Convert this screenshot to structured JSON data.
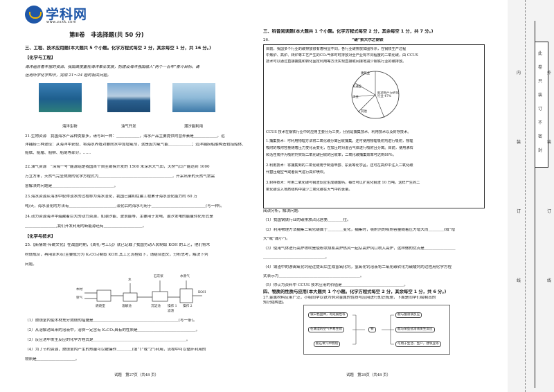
{
  "logo": {
    "text": "学科网",
    "url": "www.zxxk.com"
  },
  "left": {
    "section_title": "第Ⅱ卷　非选择题(共 50 分)",
    "part3_title": "三、工程、技术应用题(本大题共 5 个小题。化学方程式每空 2 分，其余每空 1 分，共 16 分。)",
    "block1_tag": "【化学与工程】",
    "intro1": "海洋蕴含着丰富的资源，我国高度重视海洋事业发展，把建设海洋强国融入“两个一百年”奋斗目标。请",
    "intro2": "运用所学化学知识，完成 21～24 题的相关问题。",
    "captions": [
      "海洋生物",
      "油气开发",
      "潮汐能利用"
    ],
    "q21": [
      "21.生物资源　我国海水产品种类繁多，请写出一种：＿＿＿＿＿＿，海水产品主要提供的营养素是＿＿＿＿＿＿。远",
      "洋捕捞三种途径：从海洋中获取、将海水养殖对要向水中加增氧剂，这是因为氧气能＿＿＿＿＿＿；远洋捕捞船舶构造包括船体、",
      "船舷、船艏、船柳、船尾等部分，……"
    ],
    "q22": [
      "22.油气资源　“深海一号”能源站是我国首个自主勘探开发的 1500 米深水大气田，天然气日产能达到 1000",
      "万立方米，天然气完全燃烧的化学方程式为＿＿＿＿＿＿＿＿＿＿＿＿＿＿＿＿＿＿＿，开采出来的天然气常需",
      "意解决的问题是＿＿＿＿＿＿＿＿＿＿＿＿＿＿＿＿。"
    ],
    "q23": [
      "23.海水资源从海水中取得淡水的过程称为海水淡化，我国已建和在建工程累计海水淡化能力约 60 万",
      "吨/天，海水淡化的方法有＿＿＿＿＿＿＿＿＿＿＿＿,淡化后的海水可用于＿＿＿＿＿＿＿＿＿＿＿＿＿＿(写一种)。"
    ],
    "q24": [
      "24.动力资源海洋中蕴藏着巨大的动力资源，如潮汐能、波浪能等，主要用于发电，潮汐发电的能量转化形式是",
      "＿＿＿＿＿＿＿＿,我们开发利用的新能源还有＿＿＿＿＿＿＿＿＿＿。"
    ],
    "block2_tag": "【化学与技术】",
    "q25_tag": "【新情境·传统文化】",
    "q25": [
      "25.【新情境·传统文化】在战国时期，《周礼·考工记》就已记载了我国劳动人民制取 KOH 的工艺，他们将木",
      "材烧成灰，再用草木灰(主要成分为 K₂CO₃)制取 KOH.其工艺流程如下，请结合图文，分析思考，解决下列",
      "问题。"
    ],
    "flow_labels": [
      "木材",
      "空气",
      "燃烧室",
      "溶解池",
      "石灰浆",
      "水",
      "沉淀池",
      "操作 1",
      "操作 2",
      "水蒸气",
      "KOH",
      "滤渣"
    ],
    "q25_sub": [
      "（1）燃烧室内使木材充分燃烧的措施是＿＿＿＿＿＿＿＿＿＿＿＿＿＿＿＿＿＿＿＿＿＿(写一条)。",
      "（2）从溶解池出来的溶液中，溶质一定含有 K₂CO₃具有的性质是＿＿＿＿＿＿＿＿＿＿＿＿＿＿＿。",
      "（3）反应池中发生反应的化学方程式是＿＿＿＿＿＿＿＿＿＿＿＿＿＿＿＿＿＿＿＿＿＿＿＿。",
      "（4）为了节约资源，燃烧室内产生的热量可以被操作＿＿＿＿(填“1”或“2”)利用，流程中可以循环利用的",
      "物质是＿＿＿＿＿＿＿＿＿＿。"
    ],
    "footer": "试题　第27页（共48 页）"
  },
  "right": {
    "part3_title": "三、科普阅读题(本大题共 1 个小题。化学方程式每空 2 分，其余每空 1 分，共 7 分。)",
    "q26_no": "26.",
    "reading_title": "“碳”索大尔之钢铁",
    "reading": [
      "目前，我国多个行业的碳排放很有着明显不同，各行业碳排放如图所示，在钢铁生产过程",
      "中焦炉、高炉、转炉等工艺产生的CO₂气体时时排放对全产业有不同程度的二氧化碳，由 CCUS",
      "技术可以通过直接捕集和转化固定利用等方法实现直接或间接地减少钢铁行业的碳排放。"
    ],
    "pie_labels": [
      "建筑业",
      "交通业",
      "工业",
      "能源生产与转化行业 47%",
      "其他"
    ],
    "reading2": [
      "CCUS 技术在钢铁行业中的应用主要分为三类，分别是捕集技术、利用技术以及封存技术。",
      "1.捕集技术：可利用物理方法将二氧化碳分离回收捕集。还可使用物理吸附剂进行吸附，物理",
      "吸附的吸附容量随着压力变化而变化，在加压时对混合气体进行吸附且分离。目前，使用沸石",
      "和活性炭作为吸附剂实现二氧化碳回收的回收率，二氧化碳捕集效率可达到80%。",
      "2.利用技术：将捕集到的二氧化碳用于制造甲醇、尿素等化学品，还可在高炉中注入二氧化碳",
      "代替压缩空气或者氮气进行高炉喷吹。",
      "3.封存技术：可用二氧化碳与钢渣反应生成碳酸钙，每年可以扩充化钢渣 10 万吨，这样产生的二",
      "氧化碳注入地质结构中减少二氧化碳在大气中的含量。"
    ],
    "q26_intro": "阅读分析，解决问题:",
    "q26_sub": [
      "（1）我国钢铁行业的碳排放占比居第＿＿＿＿位。",
      "（2）利用物理方法捕集二氧化碳属于＿＿＿＿变化，捕集时，吸附剂的吸附容量随着压力增大而＿＿＿＿(填“增",
      "大”或“减小”)。",
      "（3）使用气体进行高炉喷吹是使粉状煤和高炉热风一起从高炉风口喷入高炉，这样做的优点是＿＿＿＿＿＿＿＿",
      "＿＿＿＿＿＿＿＿＿＿＿＿＿＿＿＿。",
      "（4）钢渣中的游离氧化钙经过提出后生成氢氧化钙，氢氧化钙溶液将二氧化碳转化为碳酸钙的过程用化学方程",
      "式表示为＿＿＿＿＿＿＿＿＿＿＿＿＿＿＿＿＿＿＿＿＿。",
      "（5）你认为资料中 CCUS 技术应用的价值是＿＿＿＿＿＿＿＿＿＿＿＿＿＿＿＿。"
    ],
    "part4_title": "四、物质的性质与应用(本大题共 1 个小题。化学方程式每空 2 分，其余每空 1 分，共 6 分。)",
    "q27": [
      "27.金属材料应用广泛，小组同学以铁为例对金属的性质与应用进行知识梳理，下面是同学们绘制出的",
      "知识结构图。"
    ],
    "mm": {
      "left": [
        "银白色固体，有延展性等",
        "在潮湿的空气中易生锈",
        "能在氧气中燃烧"
      ],
      "center": "铁",
      "right": [
        "能与酸溶液反应",
        "能与某些盐溶液发生反应",
        "可用于生活、生产，建筑业等"
      ]
    },
    "footer": "试题　第28页（共48 页）"
  },
  "sidebar": {
    "seal_text": [
      "此",
      "卷",
      "只",
      "装",
      "订",
      "不",
      "密",
      "封"
    ],
    "side_labels": [
      "内",
      "装",
      "订",
      "线"
    ],
    "outer_labels": [
      "外",
      "装",
      "订",
      "线"
    ]
  }
}
